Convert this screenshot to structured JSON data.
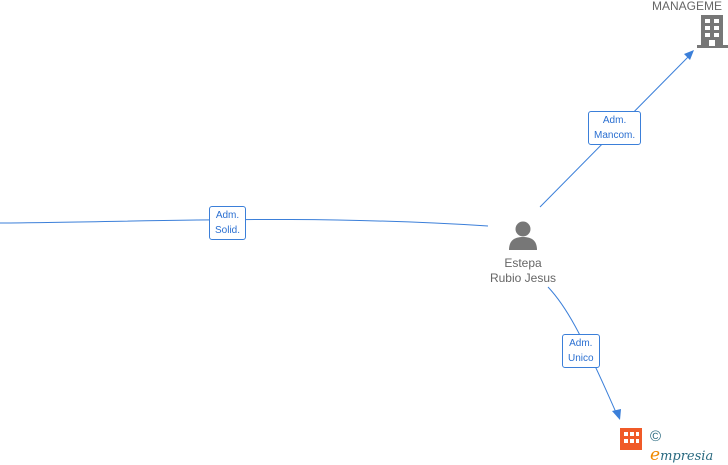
{
  "nodes": {
    "person": {
      "name_line1": "Estepa",
      "name_line2": "Rubio Jesus",
      "icon": "person-icon"
    },
    "company_top": {
      "name": "MANAGEME",
      "icon": "building-icon"
    },
    "company_bottom": {
      "icon": "building-icon",
      "color": "#f05a28"
    }
  },
  "edges": [
    {
      "label_line1": "Adm.",
      "label_line2": "Solid."
    },
    {
      "label_line1": "Adm.",
      "label_line2": "Mancom."
    },
    {
      "label_line1": "Adm.",
      "label_line2": "Unico"
    }
  ],
  "colors": {
    "edge": "#3b7fd9",
    "node_icon": "#777777"
  },
  "branding": {
    "copyright": "©",
    "logo_e": "e",
    "logo_rest": "mpresia"
  }
}
